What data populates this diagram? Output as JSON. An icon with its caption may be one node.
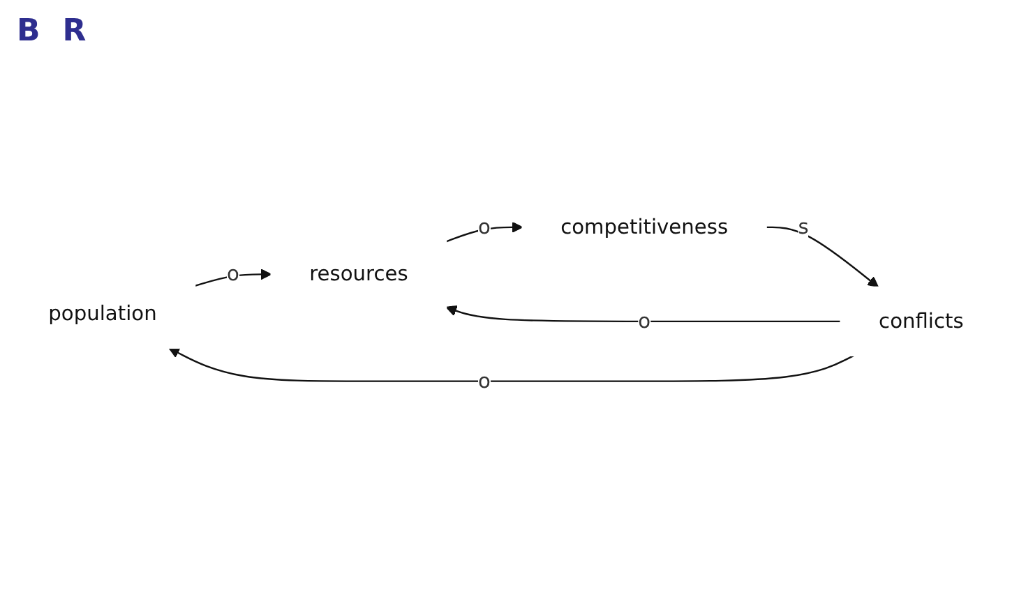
{
  "diagram": {
    "nodes": [
      {
        "text": [
          "population"
        ]
      },
      {
        "text": [
          "conflicts"
        ]
      },
      {
        "text": [
          "resources"
        ]
      },
      {
        "text": [
          "competitiveness"
        ]
      }
    ],
    "edges": [
      {
        "from": 1,
        "to": 0,
        "arrow": "to",
        "label": "o"
      },
      {
        "from": 0,
        "to": 2,
        "arrow": "to",
        "label": "o"
      },
      {
        "from": 1,
        "to": 2,
        "arrow": "to",
        "label": "o"
      },
      {
        "from": 2,
        "to": 3,
        "arrow": "to",
        "label": "o"
      },
      {
        "from": 3,
        "to": 1,
        "arrow": "to",
        "label": "s"
      }
    ],
    "labels": [
      "B",
      "R"
    ]
  }
}
